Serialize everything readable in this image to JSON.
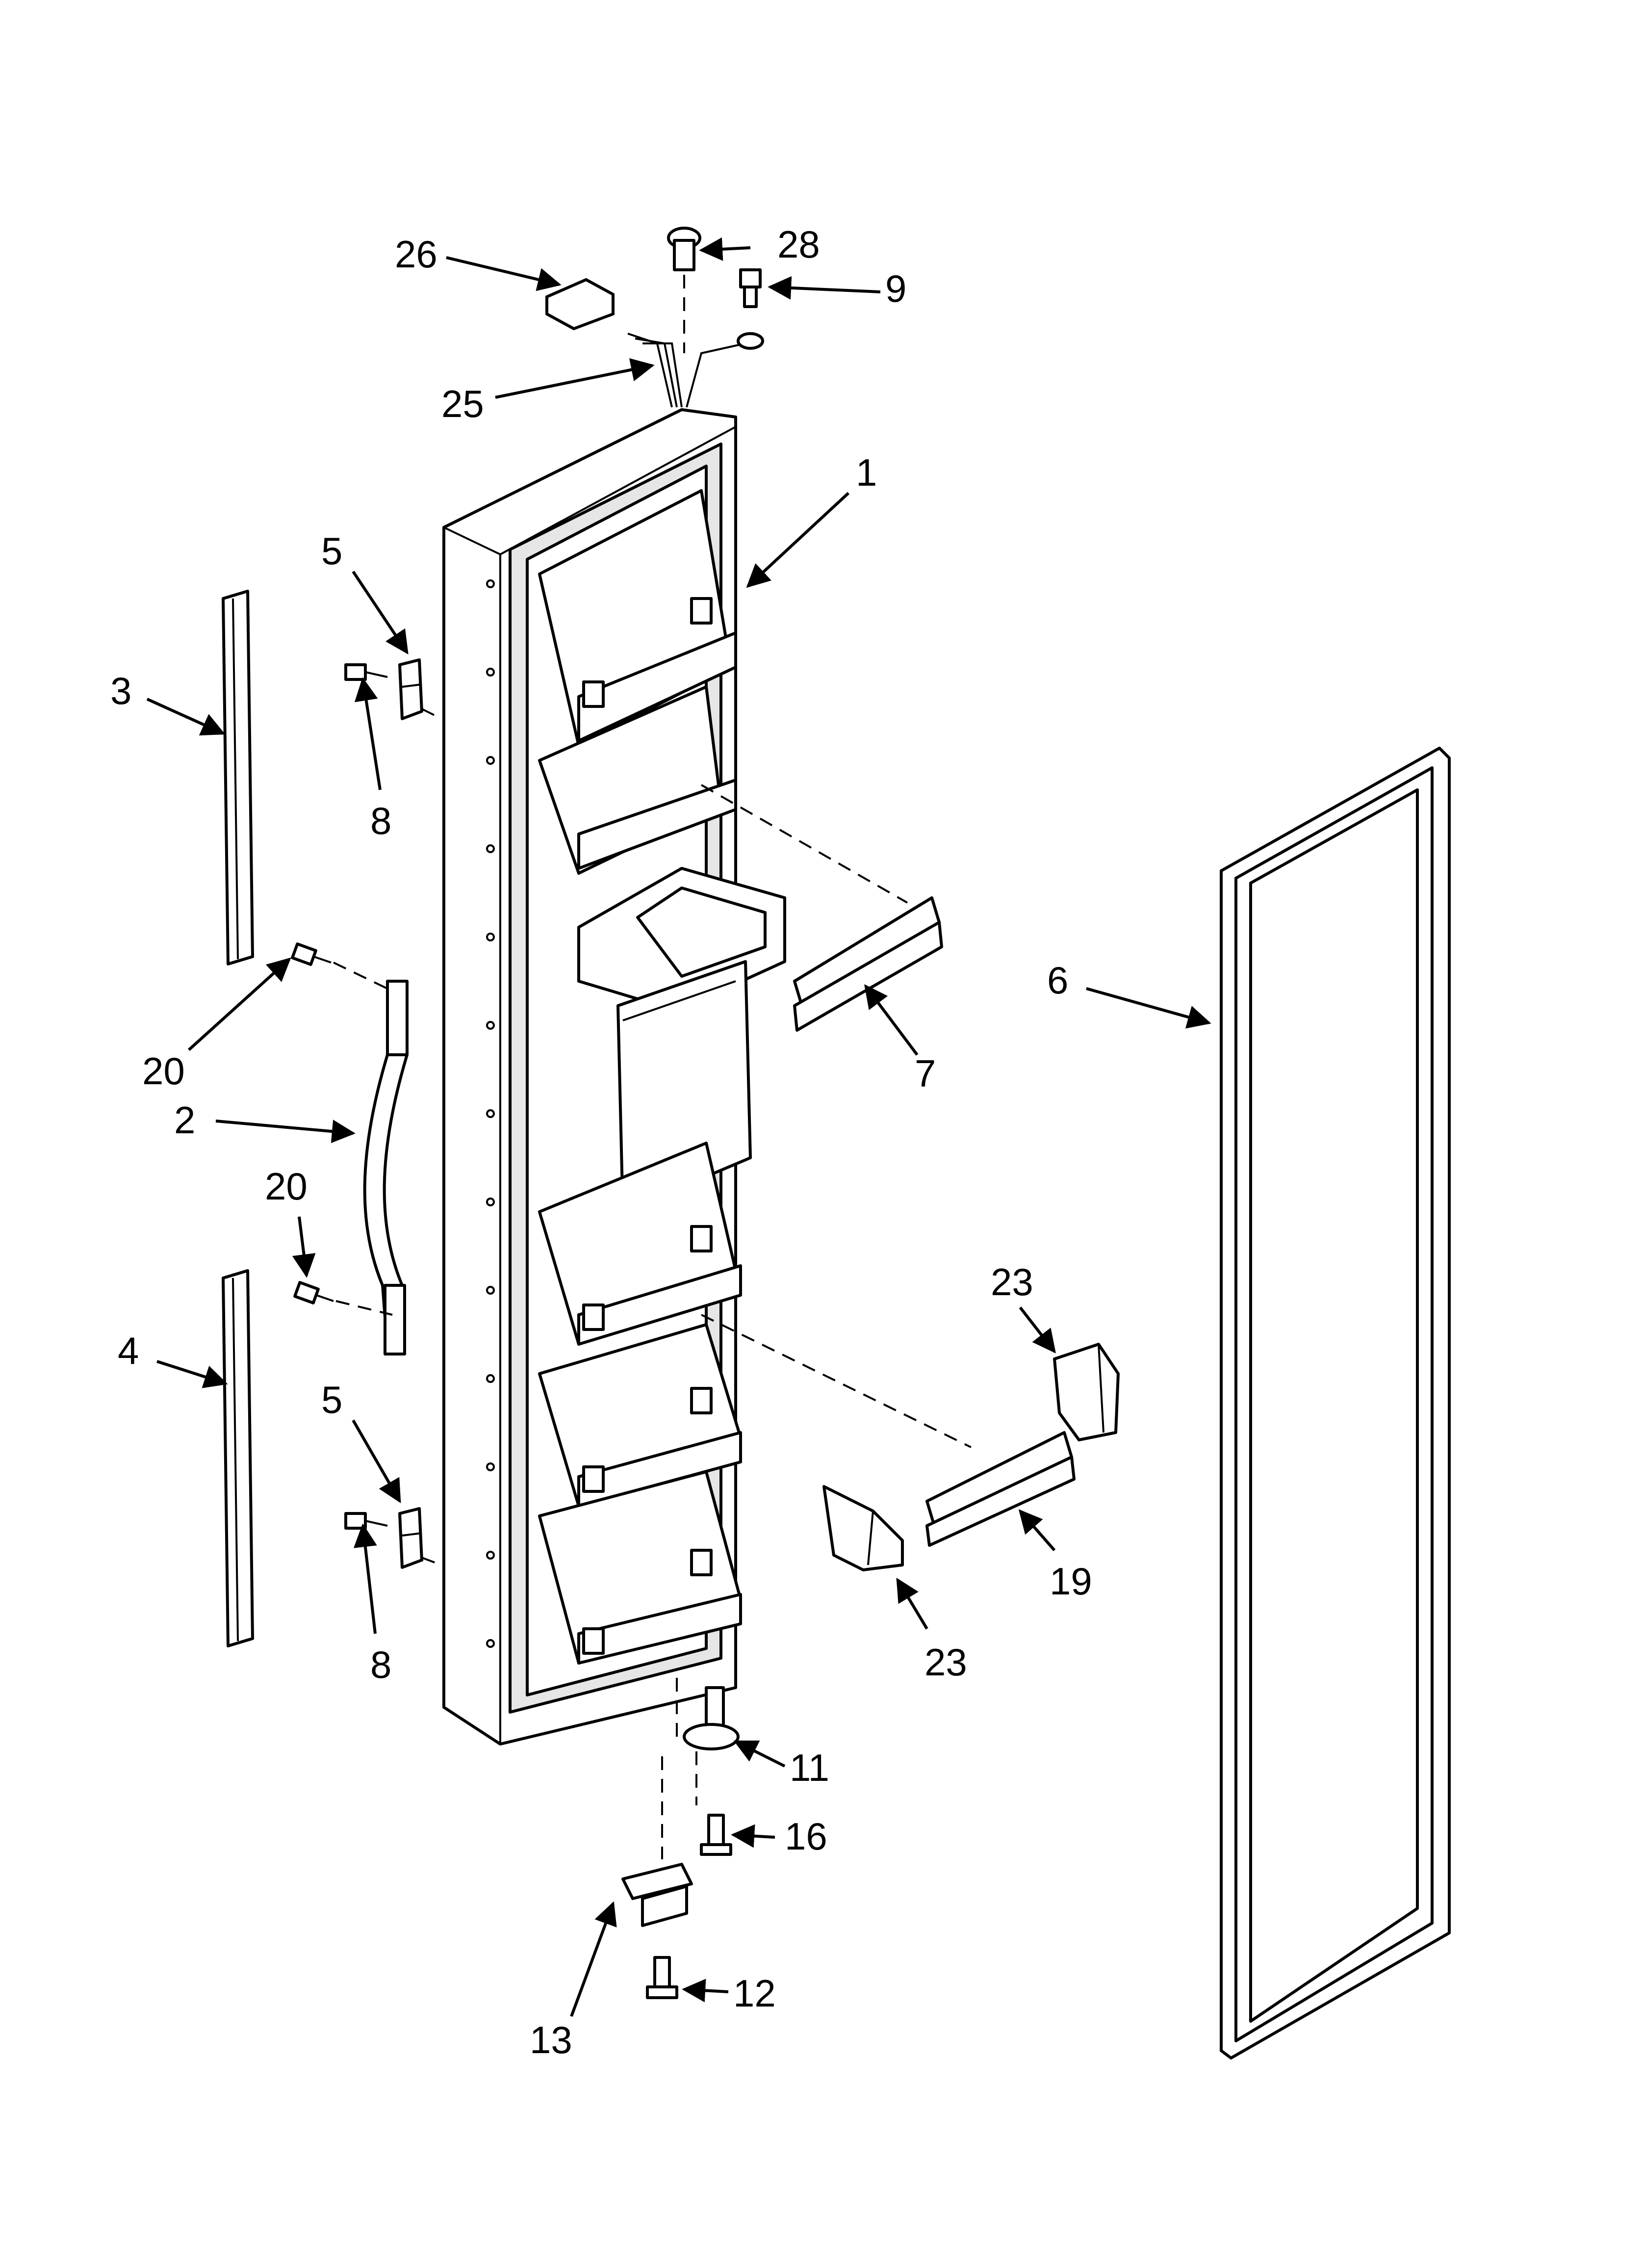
{
  "callouts": {
    "c1": "1",
    "c2": "2",
    "c3": "3",
    "c4": "4",
    "c5a": "5",
    "c5b": "5",
    "c6": "6",
    "c7": "7",
    "c8a": "8",
    "c8b": "8",
    "c9": "9",
    "c11": "11",
    "c12": "12",
    "c13": "13",
    "c16": "16",
    "c19": "19",
    "c20a": "20",
    "c20b": "20",
    "c23a": "23",
    "c23b": "23",
    "c25": "25",
    "c26": "26",
    "c28": "28"
  },
  "colors": {
    "line": "#000000",
    "background": "#ffffff",
    "shade": "#e6e6e6"
  }
}
